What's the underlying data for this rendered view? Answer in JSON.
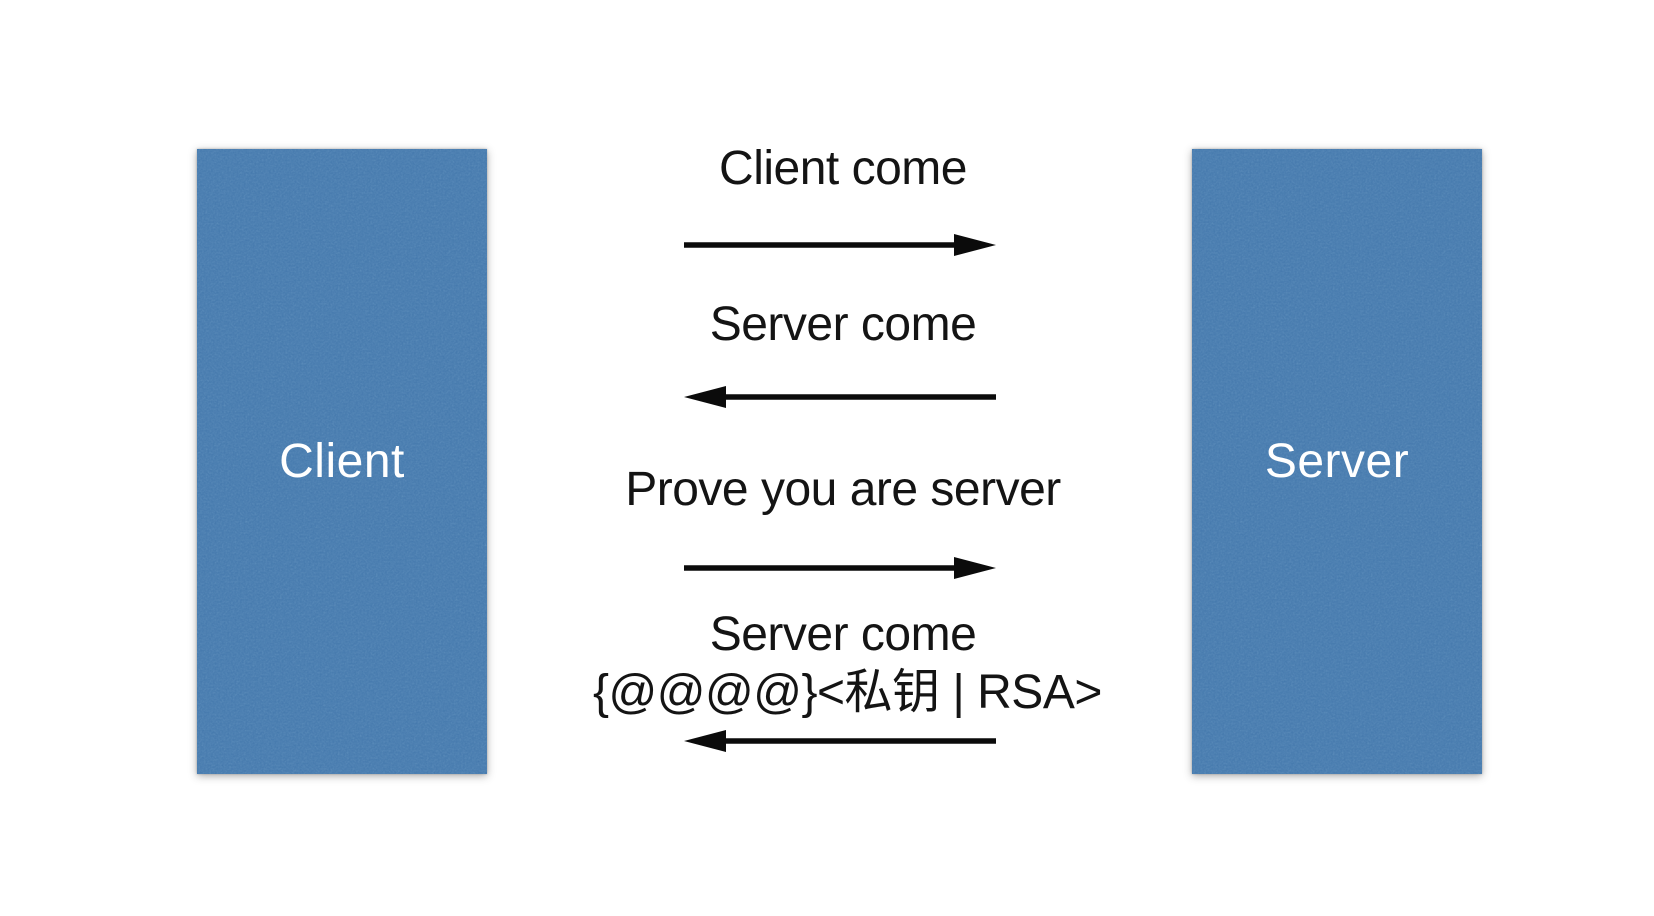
{
  "actors": {
    "client": {
      "label": "Client"
    },
    "server": {
      "label": "Server"
    }
  },
  "messages": [
    {
      "label": "Client come",
      "direction": "right",
      "arrow_icon": "arrow-right-icon"
    },
    {
      "label": "Server come",
      "direction": "left",
      "arrow_icon": "arrow-left-icon"
    },
    {
      "label": "Prove you are server",
      "direction": "right",
      "arrow_icon": "arrow-right-icon"
    },
    {
      "label": "Server come",
      "label_line2": "{@@@@}<私钥 | RSA>",
      "direction": "left",
      "arrow_icon": "arrow-left-icon"
    }
  ],
  "colors": {
    "background": "#ffffff",
    "actor_fill": "#4579ad",
    "actor_text": "#ffffff",
    "message_text": "#141414",
    "arrow": "#0b0b0b"
  }
}
